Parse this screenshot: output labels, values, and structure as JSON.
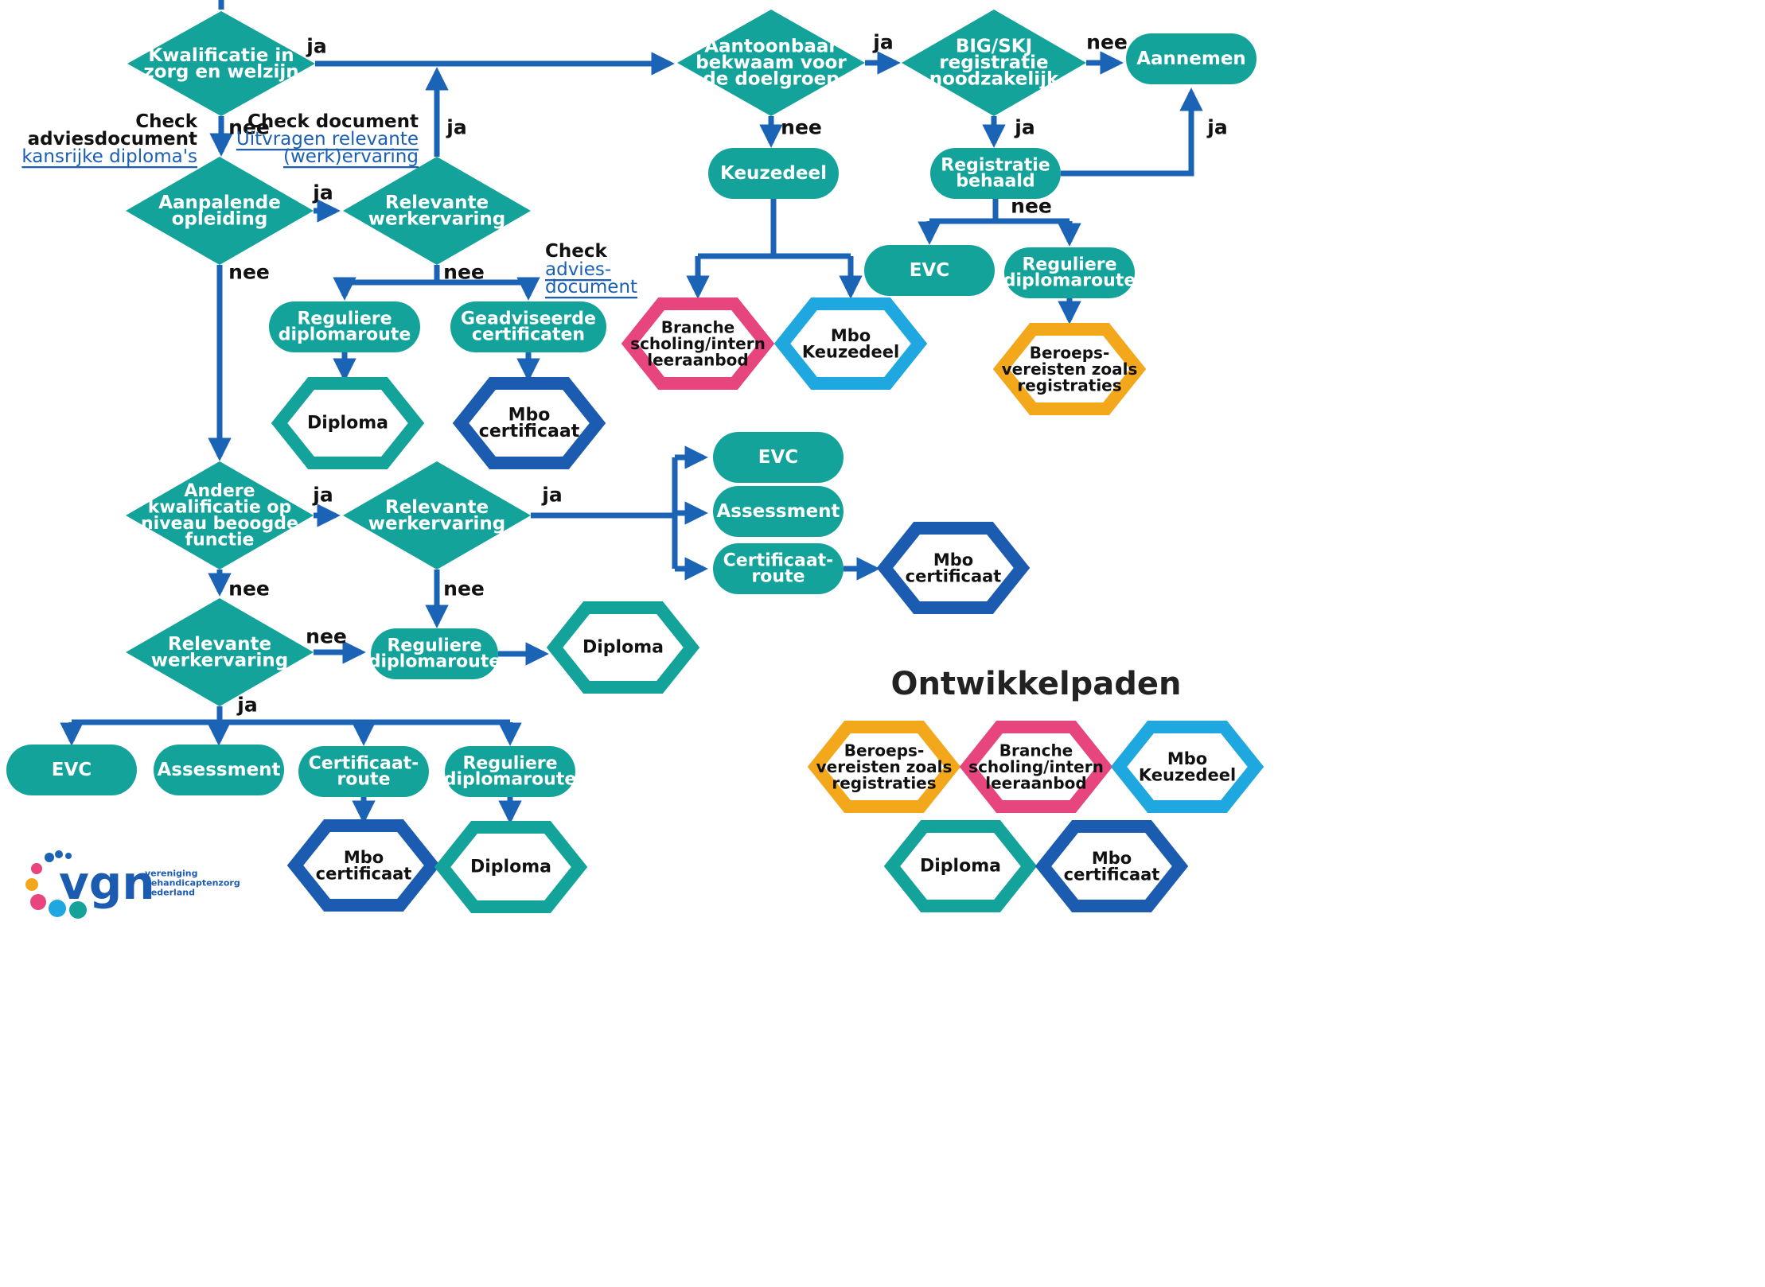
{
  "colors": {
    "teal": "#14a39a",
    "arrow": "#1b63b5",
    "darkblue": "#1b5cb0",
    "lightblue": "#1fa8e0",
    "pink": "#e6457d",
    "orange": "#f3a81b",
    "textwhite": "#ffffff",
    "textdark": "#111111",
    "link": "#1a5fb4"
  },
  "nodes": {
    "d_kwal": [
      "Kwalificatie in",
      "zorg en welzijn"
    ],
    "d_aanpal": [
      "Aanpalende",
      "opleiding"
    ],
    "d_relwerk1": [
      "Relevante",
      "werkervaring"
    ],
    "d_aantoon": [
      "Aantoonbaar",
      "bekwaam voor",
      "de doelgroep"
    ],
    "d_big": [
      "BIG/SKJ",
      "registratie",
      "noodzakelijk"
    ],
    "d_andere": [
      "Andere",
      "kwalificatie op",
      "niveau beoogde",
      "functie"
    ],
    "d_relwerk2": [
      "Relevante",
      "werkervaring"
    ],
    "d_relwerk3": [
      "Relevante",
      "werkervaring"
    ],
    "p_aannemen": [
      "Aannemen"
    ],
    "p_keuzedeel": [
      "Keuzedeel"
    ],
    "p_registratie": [
      "Registratie",
      "behaald"
    ],
    "p_evc_top": [
      "EVC"
    ],
    "p_regdip_top": [
      "Reguliere",
      "diplomaroute"
    ],
    "p_regdip_mid": [
      "Reguliere",
      "diplomaroute"
    ],
    "p_geadv": [
      "Geadviseerde",
      "certificaten"
    ],
    "p_evc_right": [
      "EVC"
    ],
    "p_assess_right": [
      "Assessment"
    ],
    "p_certroute_right": [
      "Certificaat-",
      "route"
    ],
    "p_regdip_low": [
      "Reguliere",
      "diplomaroute"
    ],
    "p_evc_bottom": [
      "EVC"
    ],
    "p_assess_bottom": [
      "Assessment"
    ],
    "p_certroute_bottom": [
      "Certificaat-",
      "route"
    ],
    "p_regdip_bottom": [
      "Reguliere",
      "diplomaroute"
    ],
    "h_branche_top": [
      "Branche",
      "scholing/intern",
      "leeraanbod"
    ],
    "h_mbokeuze_top": [
      "Mbo",
      "Keuzedeel"
    ],
    "h_beroeps_top": [
      "Beroeps-",
      "vereisten zoals",
      "registraties"
    ],
    "h_diploma_mid": [
      "Diploma"
    ],
    "h_mbocert_mid": [
      "Mbo",
      "certificaat"
    ],
    "h_mbocert_right": [
      "Mbo",
      "certificaat"
    ],
    "h_diploma_low": [
      "Diploma"
    ],
    "h_mbocert_bottom": [
      "Mbo",
      "certificaat"
    ],
    "h_diploma_bottom": [
      "Diploma"
    ],
    "h_legend_beroeps": [
      "Beroeps-",
      "vereisten zoals",
      "registraties"
    ],
    "h_legend_branche": [
      "Branche",
      "scholing/intern",
      "leeraanbod"
    ],
    "h_legend_mbokeuze": [
      "Mbo",
      "Keuzedeel"
    ],
    "h_legend_diploma": [
      "Diploma"
    ],
    "h_legend_mbocert": [
      "Mbo",
      "certificaat"
    ]
  },
  "labels": {
    "ja_kwal": "ja",
    "nee_kwal": "nee",
    "ja_aanpal": "ja",
    "nee_aanpal": "nee",
    "ja_relwerk1": "ja",
    "nee_relwerk1": "nee",
    "ja_aantoon": "ja",
    "nee_aantoon": "nee",
    "nee_big": "nee",
    "ja_big": "ja",
    "ja_registratie": "ja",
    "nee_registratie": "nee",
    "ja_andere": "ja",
    "nee_andere": "nee",
    "ja_relwerk2": "ja",
    "nee_relwerk2": "nee",
    "nee_relwerk3": "nee",
    "ja_relwerk3": "ja"
  },
  "annotations": {
    "check1_title": [
      "Check",
      "adviesdocument"
    ],
    "check1_link": "kansrijke diploma's",
    "check2_title": "Check document",
    "check2_link": [
      "Uitvragen relevante",
      "(werk)ervaring"
    ],
    "check3_title": "Check",
    "check3_link": [
      "advies-",
      "document"
    ]
  },
  "legend": {
    "title": "Ontwikkelpaden"
  },
  "logo": {
    "wordmark": "vgn",
    "line1": "vereniging",
    "line2": "gehandicaptenzorg",
    "line3": "nederland"
  }
}
